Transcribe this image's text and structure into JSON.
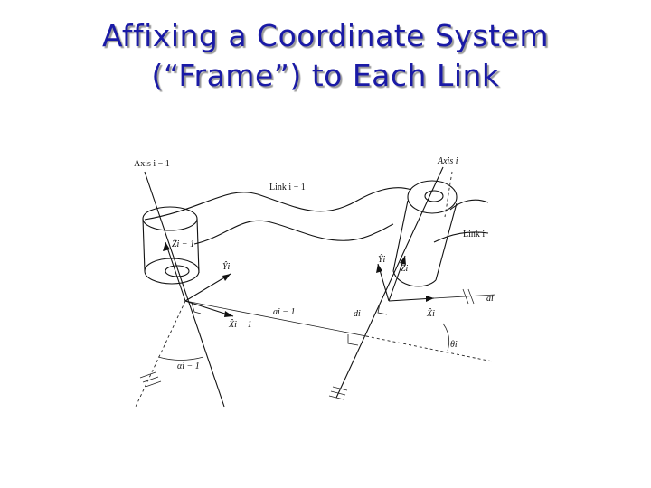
{
  "title": {
    "line1": "Affixing a Coordinate System",
    "line2": "(“Frame”) to Each Link"
  },
  "diagram": {
    "labels": {
      "axis_i_minus_1": "Axis i − 1",
      "axis_i": "Axis i",
      "link_i_minus_1": "Link i − 1",
      "link_i": "Link i",
      "z_i_minus_1": "Ẑi − 1",
      "y_i_minus_1": "Ŷi",
      "x_i_minus_1": "X̂i − 1",
      "y_i": "Ŷi",
      "z_i": "Ẑi",
      "x_i": "X̂i",
      "a_i_minus_1": "ai − 1",
      "d_i": "di",
      "a_i": "ai",
      "theta_i": "θi",
      "alpha_i_minus_1": "αi − 1"
    }
  }
}
